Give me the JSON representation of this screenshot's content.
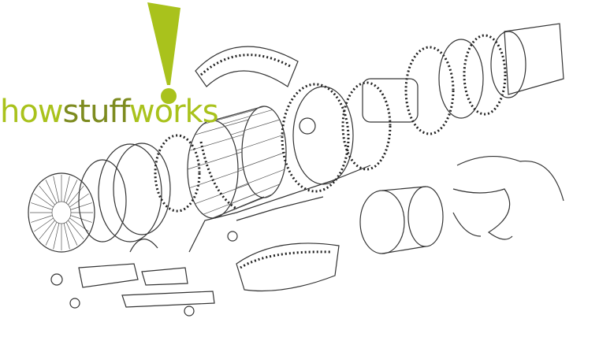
{
  "logo": {
    "brand": "howstuffworks",
    "parts": [
      "how",
      "stuff",
      "works"
    ],
    "colors": {
      "primary": "#a9c21c",
      "secondary": "#7d8b1f"
    },
    "icon": "exclamation-mark-icon"
  },
  "illustration": {
    "subject": "exploded-view-line-drawing",
    "stroke_color": "#333333",
    "background": "#ffffff"
  }
}
